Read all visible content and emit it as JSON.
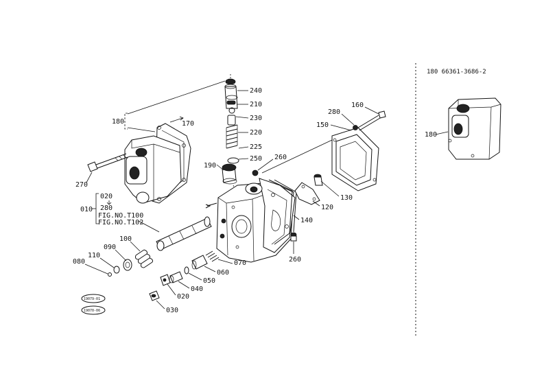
{
  "ref_code": "180 66361-3686-2",
  "labels": {
    "l240": "240",
    "l210": "210",
    "l230": "230",
    "l220": "220",
    "l225": "225",
    "l250": "250",
    "l190": "190",
    "l180_main": "180",
    "l170": "170",
    "l270": "270",
    "l260_top": "260",
    "l280_top": "280",
    "l160": "160",
    "l150": "150",
    "l120": "120",
    "l130": "130",
    "l140": "140",
    "l260_bottom": "260",
    "l010": "010",
    "l020_top": "020",
    "l280_left": "280",
    "fig_t100": "FIG.NO.T100",
    "fig_t102": "FIG.NO.T102",
    "l100": "100",
    "l090": "090",
    "l110": "110",
    "l080": "080",
    "l070": "070",
    "l060": "060",
    "l050": "050",
    "l040": "040",
    "l020_bottom": "020",
    "l030": "030",
    "l180_inset": "180"
  },
  "stamps": {
    "top": "19079-01",
    "bottom": "19070-06"
  }
}
